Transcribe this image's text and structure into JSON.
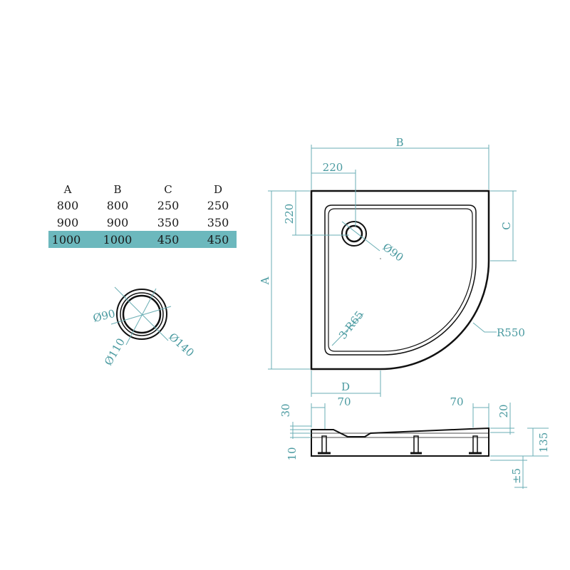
{
  "colors": {
    "dimension": "#6aaeb4",
    "highlight_row": "#6cb8bd",
    "ink": "#111111"
  },
  "table": {
    "headers": [
      "A",
      "B",
      "C",
      "D"
    ],
    "rows": [
      [
        "800",
        "800",
        "250",
        "250"
      ],
      [
        "900",
        "900",
        "350",
        "350"
      ],
      [
        "1000",
        "1000",
        "450",
        "450"
      ]
    ],
    "highlighted_row": 2
  },
  "waste_detail": {
    "labels": {
      "inner": "Ø90",
      "middle": "Ø110",
      "outer": "Ø140"
    }
  },
  "plan_view": {
    "labels": {
      "width": "B",
      "drain_x": "220",
      "drain_y": "220",
      "drain_diameter": "Ø90",
      "depth": "A",
      "straight_c": "C",
      "straight_d": "D",
      "inner_radius": "3-R65",
      "outer_radius": "R550"
    }
  },
  "section_view": {
    "labels": {
      "left_offset": "70",
      "right_offset": "70",
      "top_thickness": "30",
      "base_thickness": "10",
      "rim_drop": "20",
      "total_height": "135",
      "leg_adjust": "±5"
    }
  }
}
